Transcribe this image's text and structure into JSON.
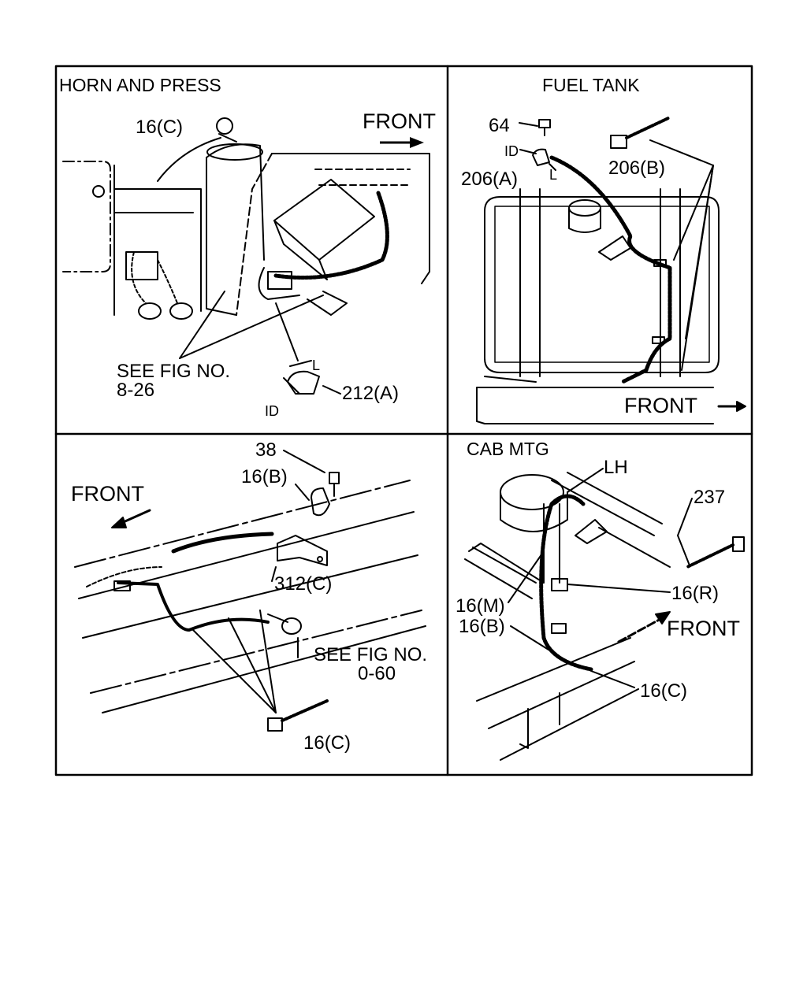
{
  "panels": {
    "horn_and_press": {
      "title": "HORN AND PRESS",
      "front": "FRONT",
      "clip_16c": "16(C)",
      "see_fig_1": "SEE FIG NO.",
      "see_fig_2": "8-26",
      "dim_l": "L",
      "dim_id": "ID",
      "clamp_212a": "212(A)"
    },
    "fuel_tank": {
      "title": "FUEL TANK",
      "bolt_64": "64",
      "dim_id": "ID",
      "dim_l": "L",
      "clamp_206a": "206(A)",
      "tie_206b": "206(B)",
      "front": "FRONT"
    },
    "rear_frame": {
      "bolt_38": "38",
      "clip_16b": "16(B)",
      "front": "FRONT",
      "bracket_312c": "312(C)",
      "see_fig_1": "SEE FIG NO.",
      "see_fig_2": "0-60",
      "tie_16c": "16(C)"
    },
    "cab_mtg": {
      "title": "CAB MTG",
      "side_lh": "LH",
      "tie_237": "237",
      "clip_16r": "16(R)",
      "clip_16m": "16(M)",
      "clip_16b": "16(B)",
      "front": "FRONT",
      "clip_16c": "16(C)"
    }
  }
}
